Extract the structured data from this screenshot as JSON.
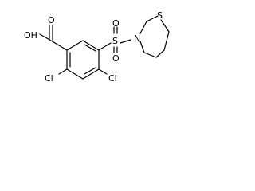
{
  "atoms": {
    "carboxyl_oh": "OH",
    "carboxyl_o": "O",
    "sulfonyl_s": "S",
    "sulfonyl_o_top": "O",
    "sulfonyl_o_bottom": "O",
    "ring_n": "N",
    "ring_s": "S",
    "cl_left": "Cl",
    "cl_right": "Cl"
  }
}
